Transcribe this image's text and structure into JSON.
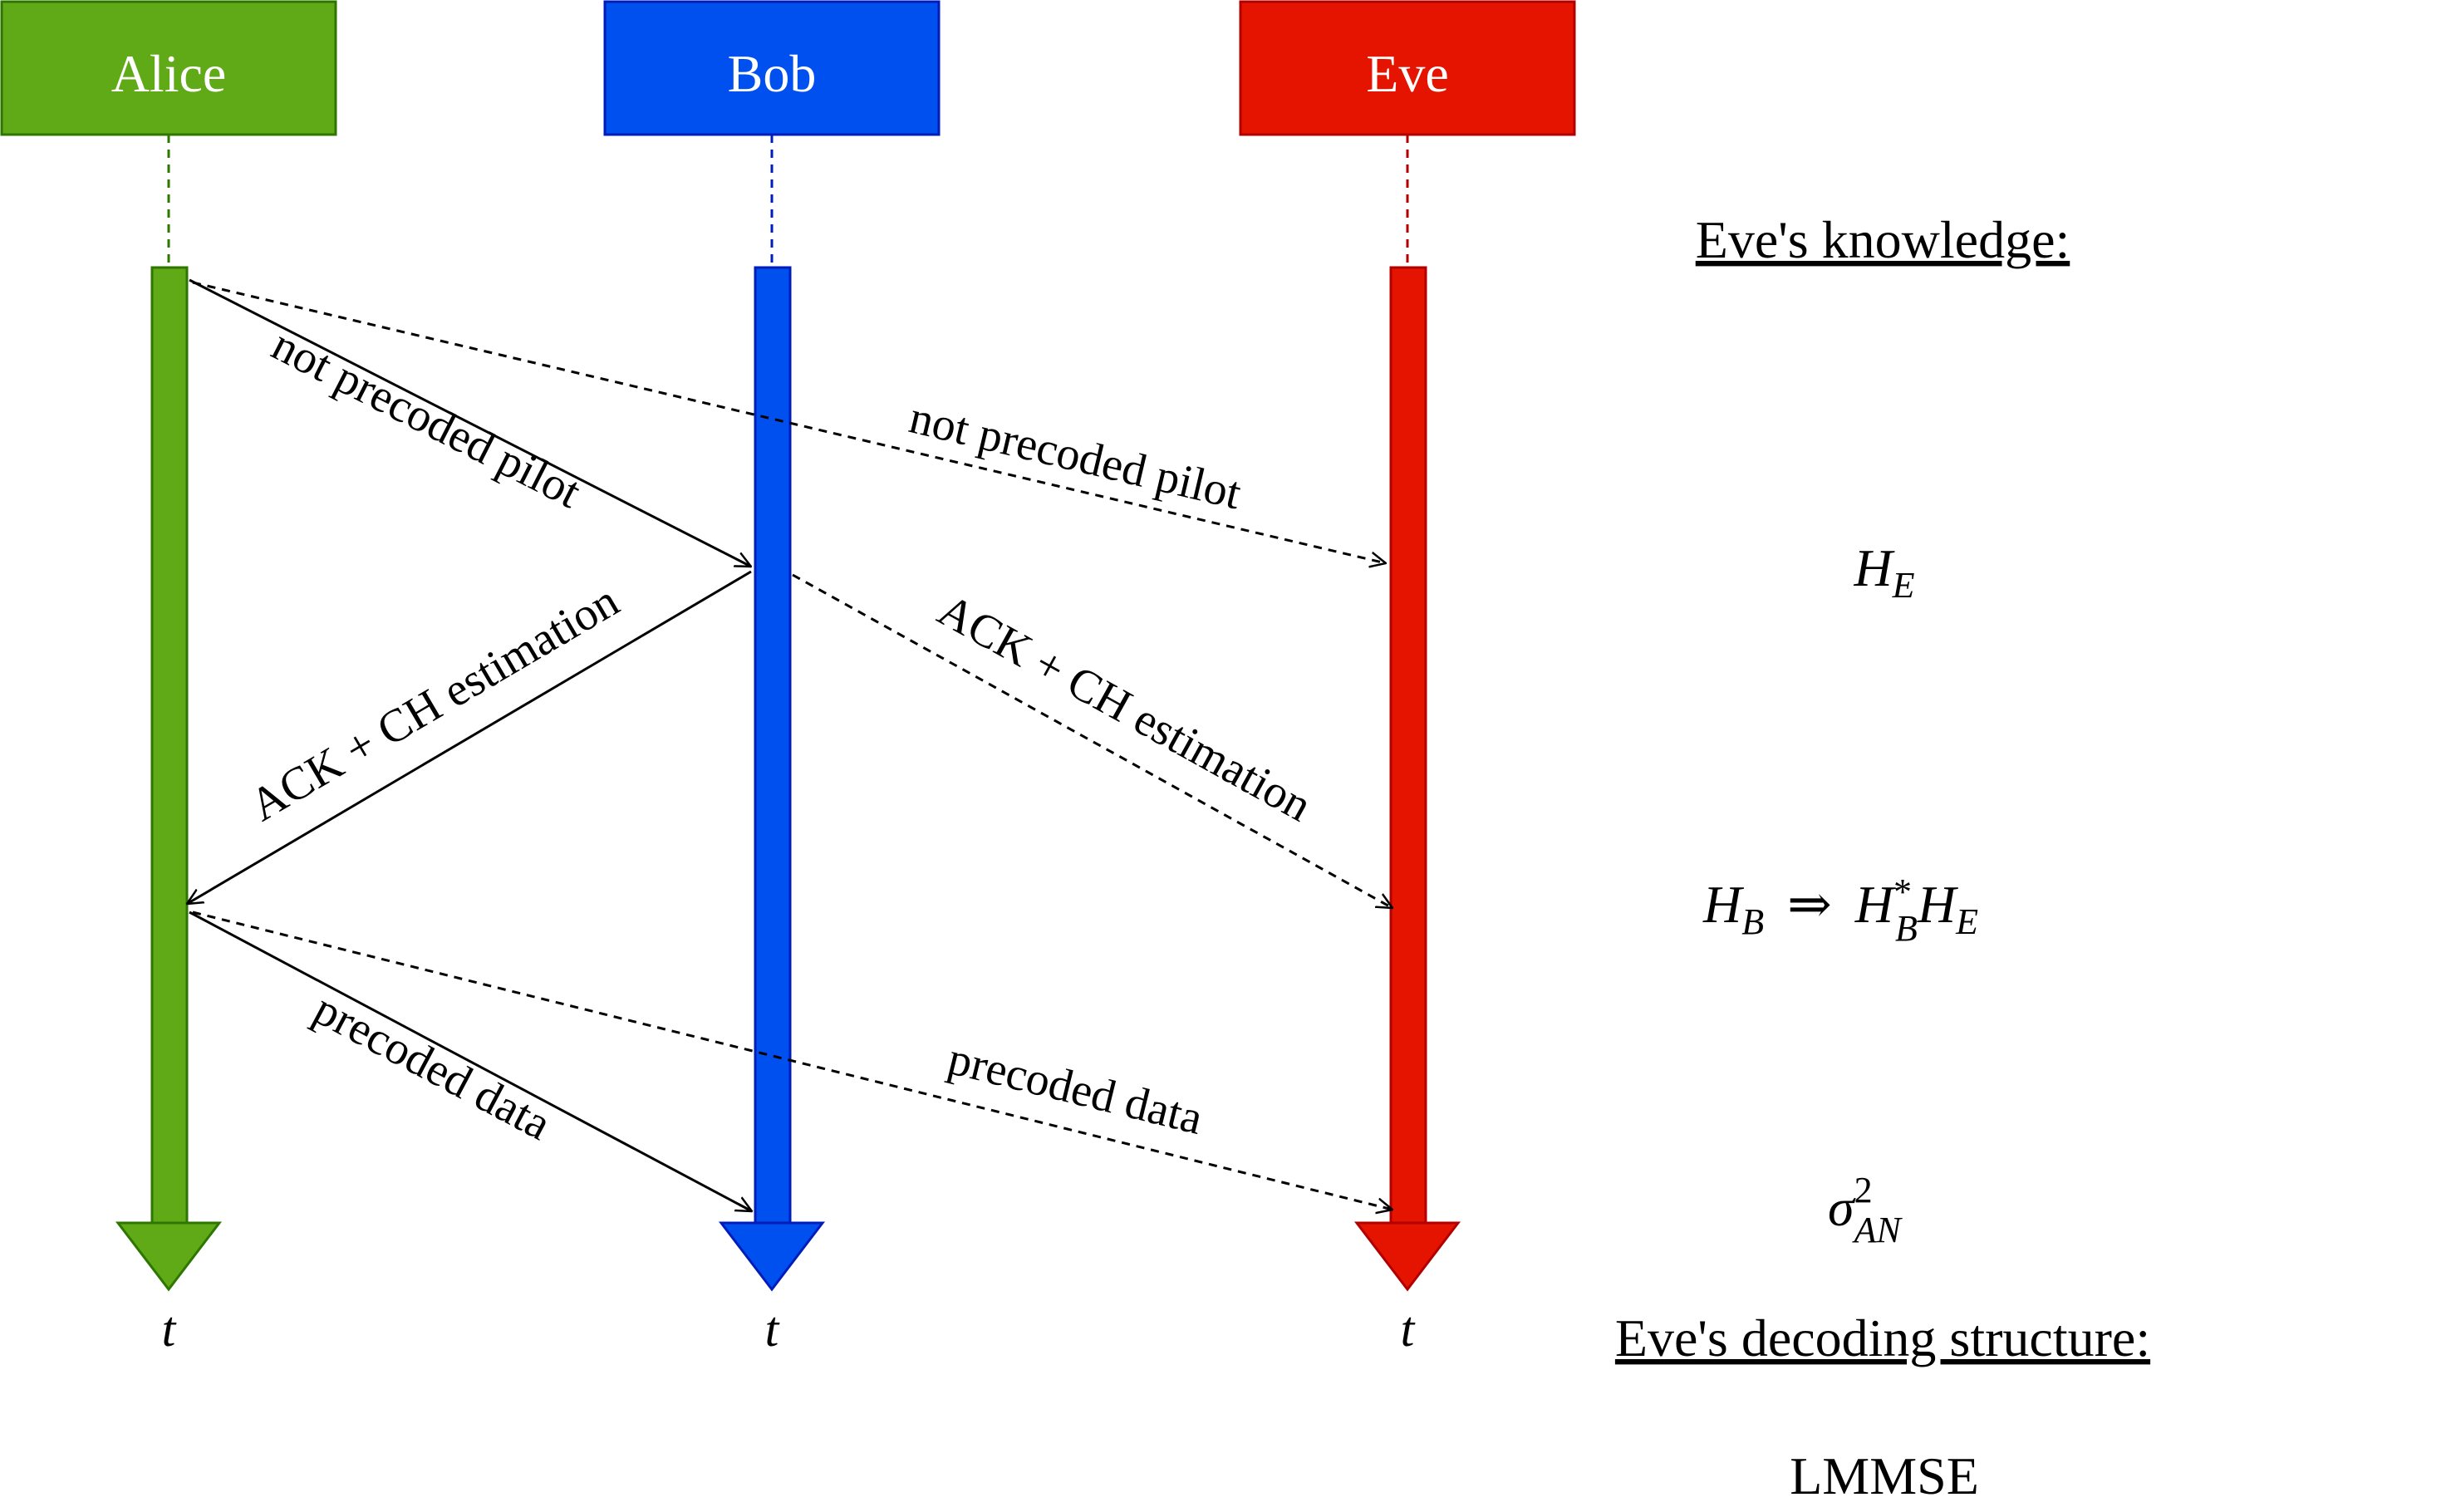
{
  "actors": {
    "alice": {
      "label": "Alice",
      "fill": "#60a917",
      "stroke": "#2d7600",
      "time": "t"
    },
    "bob": {
      "label": "Bob",
      "fill": "#0050ef",
      "stroke": "#001dbc",
      "time": "t"
    },
    "eve": {
      "label": "Eve",
      "fill": "#e51400",
      "stroke": "#b20000",
      "time": "t"
    }
  },
  "messages": {
    "alice_to_bob_pilot": "not precoded pilot",
    "alice_to_eve_pilot": "not precoded pilot",
    "bob_to_alice_ack": "ACK + CH estimation",
    "bob_to_eve_ack": "ACK + CH estimation",
    "alice_to_bob_data": "precoded data",
    "alice_to_eve_data": "precoded data"
  },
  "eve_panel": {
    "knowledge_title": "Eve's knowledge:",
    "he": {
      "base": "H",
      "sub": "E"
    },
    "hb_line": {
      "left_base": "H",
      "left_sub": "B",
      "implies": "⇒",
      "right_base1": "H",
      "right_sup1": "*",
      "right_sub1": "B",
      "right_base2": "H",
      "right_sub2": "E"
    },
    "sigma": {
      "base": "σ",
      "sup": "2",
      "sub": "AN"
    },
    "decoding_title": "Eve's decoding structure:",
    "decoder": "LMMSE"
  }
}
